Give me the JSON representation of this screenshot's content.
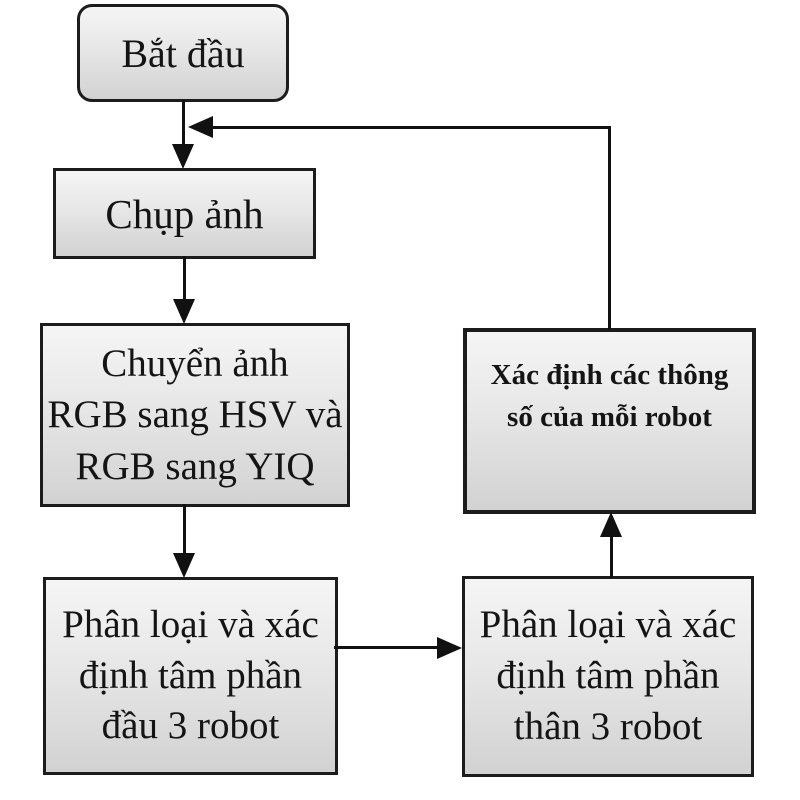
{
  "colors": {
    "border": "#1c1c1c",
    "line": "#111111",
    "text": "#141414",
    "fill-top": "#f5f5f5",
    "fill-bottom": "#d2d2d2"
  },
  "nodes": {
    "start": {
      "label": "Bắt đầu"
    },
    "capture": {
      "label": "Chụp ảnh"
    },
    "convert": {
      "lines": [
        "Chuyển ảnh",
        "RGB sang HSV và",
        "RGB sang YIQ"
      ]
    },
    "head": {
      "lines": [
        "Phân loại và xác",
        "định tâm phần",
        "đầu 3 robot"
      ]
    },
    "body": {
      "lines": [
        "Phân loại và xác",
        "định tâm phần",
        "thân 3 robot"
      ]
    },
    "params": {
      "lines": [
        "Xác định các thông",
        "số của mỗi robot"
      ]
    }
  }
}
